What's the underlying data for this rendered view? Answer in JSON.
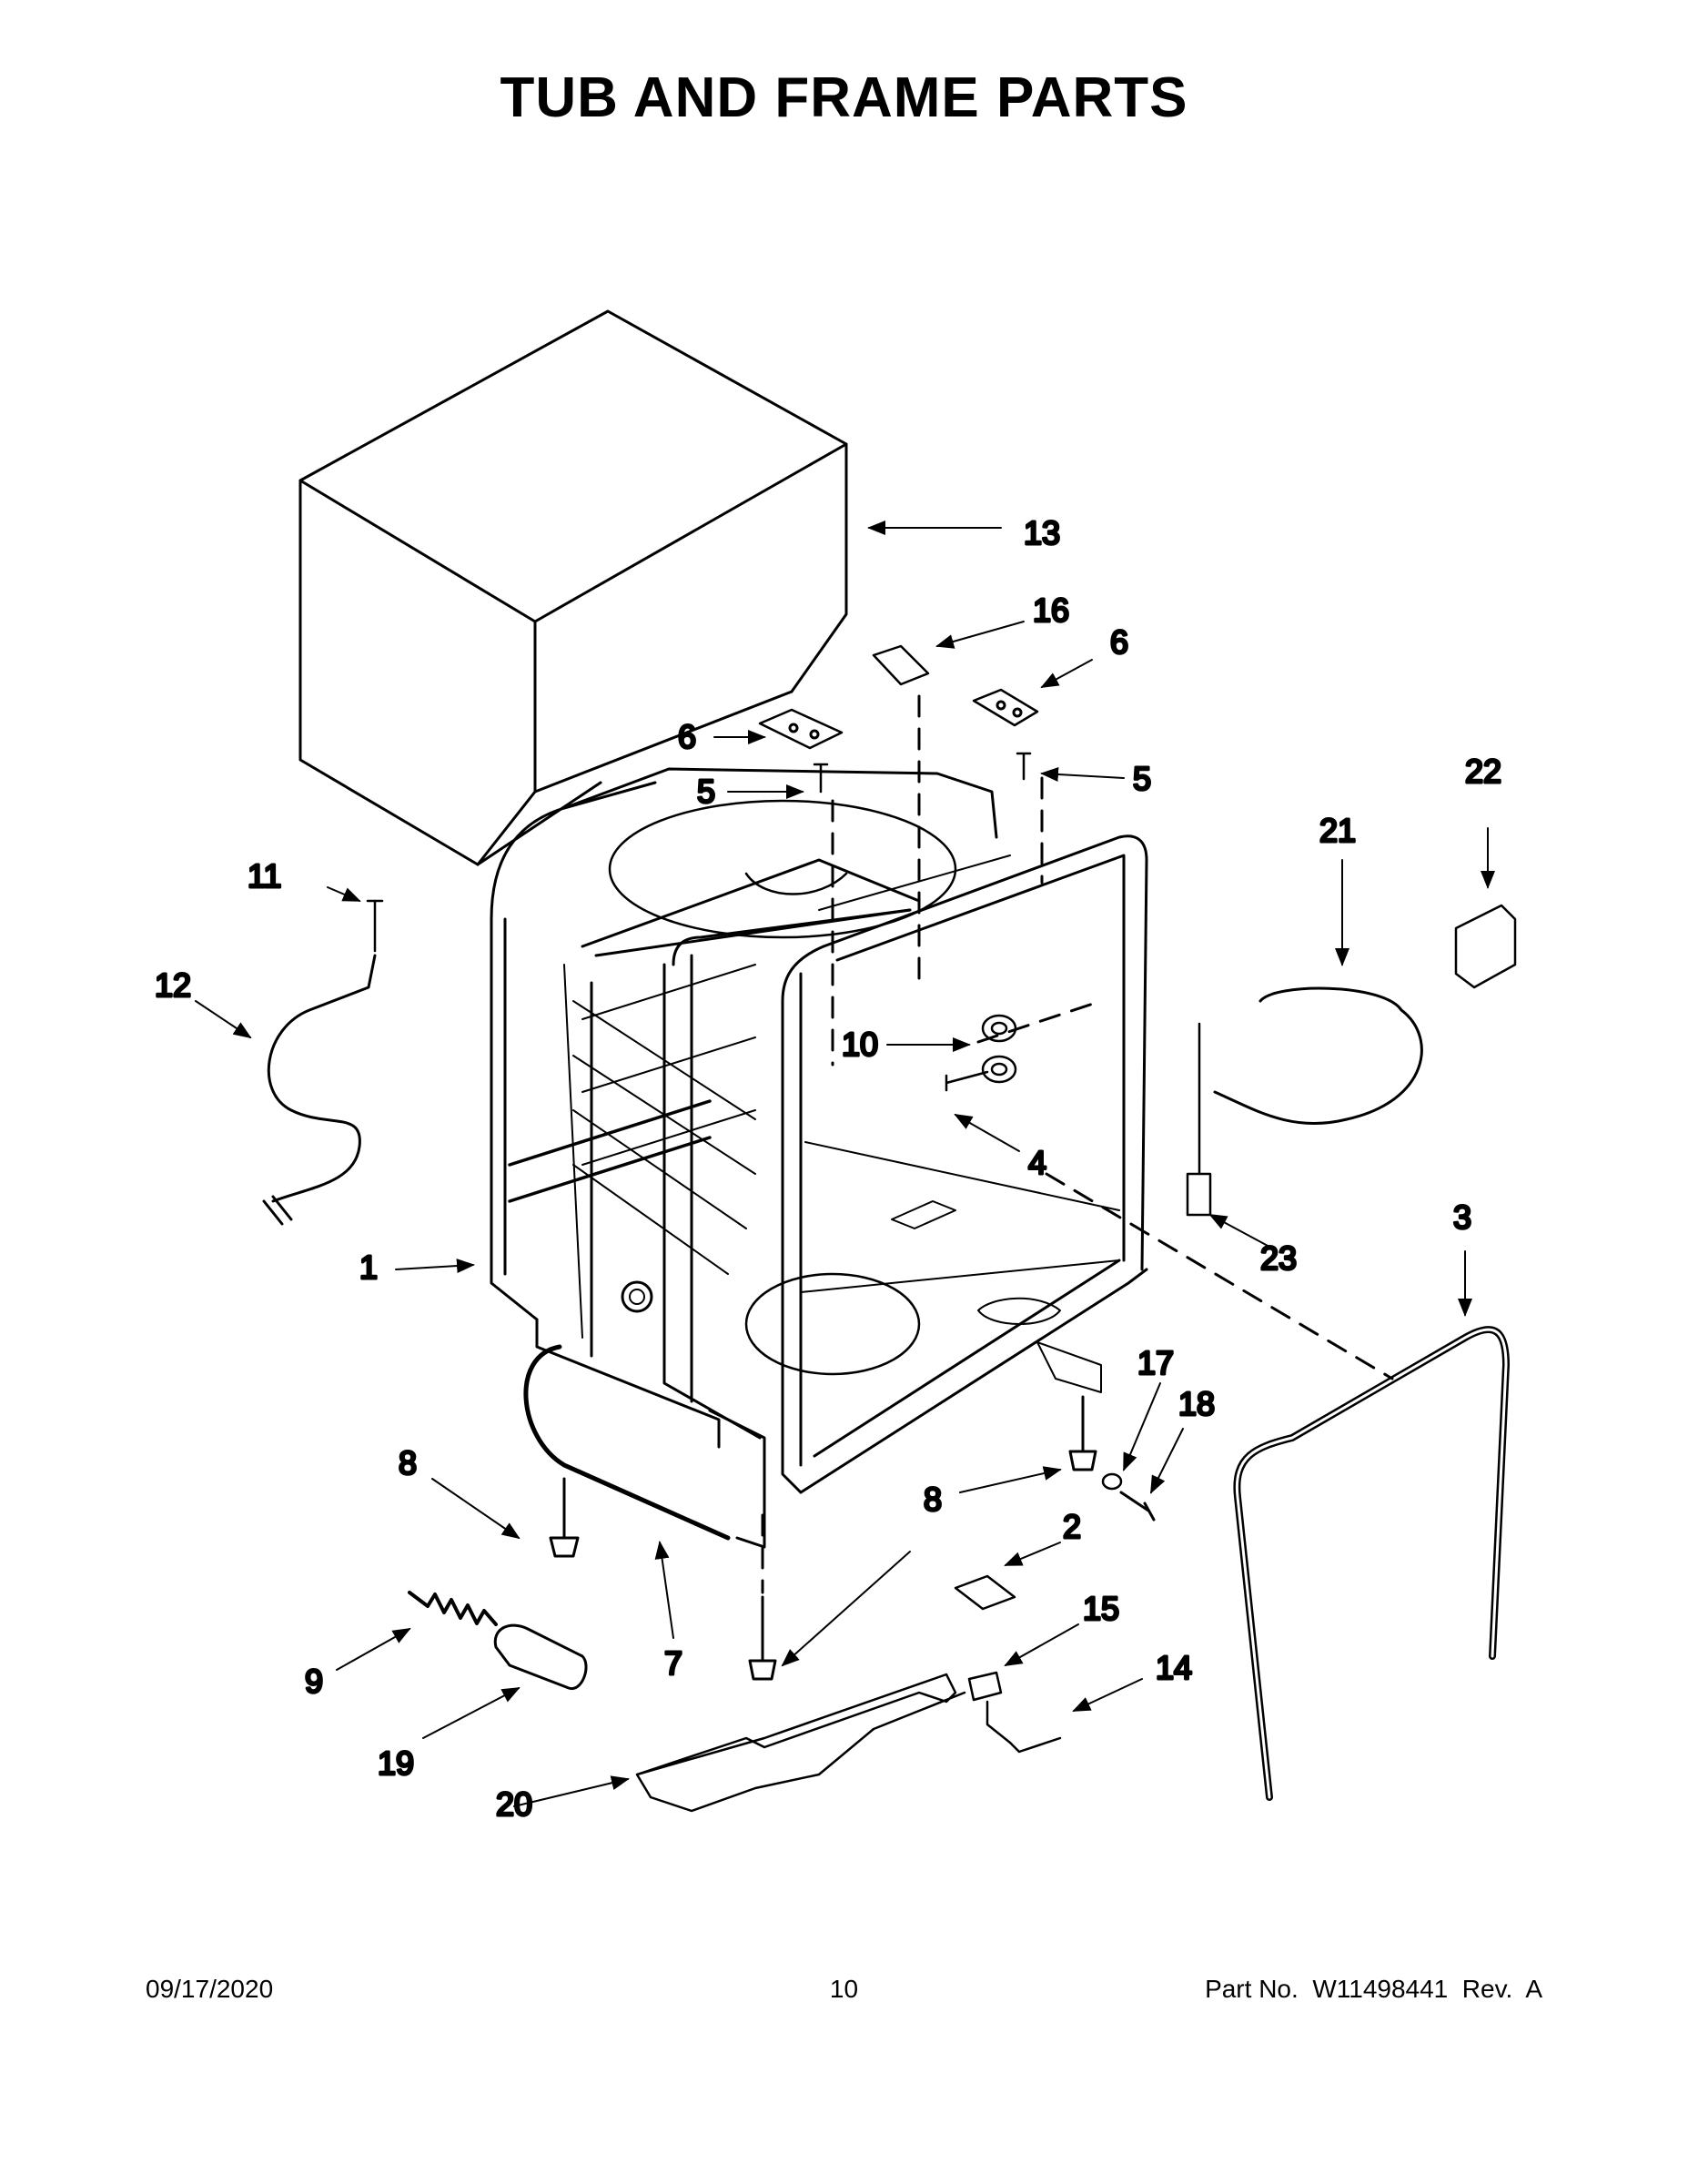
{
  "page": {
    "title": "TUB AND FRAME PARTS",
    "footer": {
      "date": "09/17/2020",
      "page_number": "10",
      "part_info": "Part No.  W11498441  Rev.  A"
    }
  },
  "callouts": [
    "1",
    "2",
    "3",
    "4",
    "5",
    "5",
    "6",
    "6",
    "7",
    "8",
    "8",
    "9",
    "10",
    "11",
    "12",
    "13",
    "14",
    "15",
    "16",
    "17",
    "18",
    "19",
    "20",
    "21",
    "22",
    "23"
  ]
}
